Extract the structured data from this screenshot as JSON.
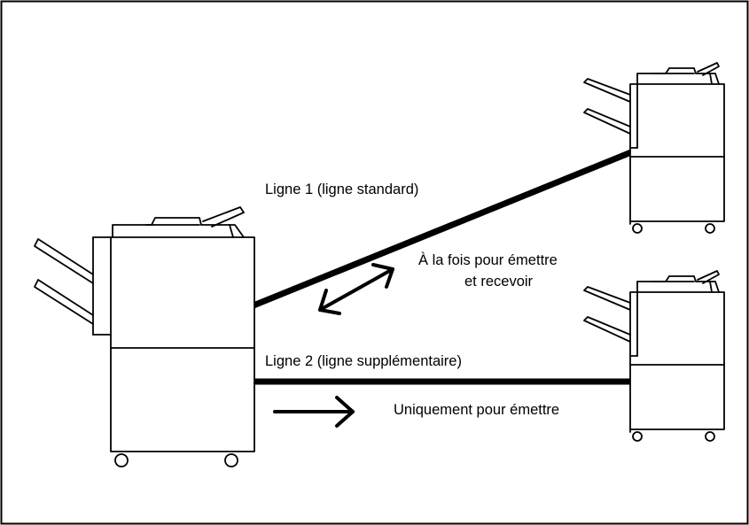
{
  "labels": {
    "line1": "Ligne 1 (ligne standard)",
    "both_line1": "À la fois pour émettre",
    "both_line2": "et recevoir",
    "line2": "Ligne 2 (ligne supplémentaire)",
    "send_only": "Uniquement pour émettre"
  },
  "colors": {
    "stroke": "#000000",
    "background": "#ffffff"
  }
}
